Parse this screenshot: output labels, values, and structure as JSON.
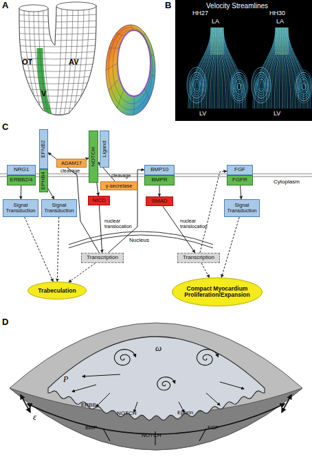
{
  "diagram": {
    "nodes": [
      {
        "text": [
          "NRG1"
        ]
      },
      {
        "text": [
          "ERBB2/4"
        ]
      },
      {
        "text": [
          "EFNB2"
        ]
      },
      {
        "text": [
          "EPHB4"
        ]
      },
      {
        "text": [
          "ADAM17"
        ]
      },
      {
        "text": [
          "NOTCH"
        ]
      },
      {
        "text": [
          "Ligand"
        ]
      },
      {
        "text": [
          "γ-secretase"
        ]
      },
      {
        "text": [
          "NICD"
        ]
      },
      {
        "text": [
          "BMP10"
        ]
      },
      {
        "text": [
          "BMPR"
        ]
      },
      {
        "text": [
          "SMAD"
        ]
      },
      {
        "text": [
          "FGF"
        ]
      },
      {
        "text": [
          "FGFR"
        ]
      },
      {
        "text": [
          "Signal Transduction"
        ]
      },
      {
        "text": [
          "Signal Transduction"
        ]
      },
      {
        "text": [
          "Transcription"
        ]
      },
      {
        "text": [
          "Transcription"
        ]
      },
      {
        "text": [
          "Signal Transduction"
        ]
      },
      {
        "text": [
          "Trabeculation"
        ]
      },
      {
        "text": [
          "Compact Myocardium Proliferation/Expansion"
        ]
      }
    ],
    "edges": [
      {
        "from": 1,
        "to": 14,
        "arrow": "to"
      },
      {
        "from": 3,
        "to": 15,
        "arrow": "to"
      },
      {
        "from": 5,
        "to": 8,
        "arrow": "to"
      },
      {
        "from": 4,
        "to": 5,
        "arrow": "to"
      },
      {
        "from": 7,
        "to": 5,
        "arrow": "to"
      },
      {
        "from": 8,
        "to": 16,
        "arrow": "to"
      },
      {
        "from": 10,
        "to": 11,
        "arrow": "to"
      },
      {
        "from": 11,
        "to": 17,
        "arrow": "to"
      },
      {
        "from": 13,
        "to": 18,
        "arrow": "to"
      },
      {
        "from": 14,
        "to": 19,
        "arrow": "to"
      },
      {
        "from": 15,
        "to": 19,
        "arrow": "to"
      },
      {
        "from": 16,
        "to": 2,
        "arrow": "to"
      },
      {
        "from": 16,
        "to": 9,
        "arrow": "to"
      },
      {
        "from": 16,
        "to": 19,
        "arrow": "to"
      },
      {
        "from": 17,
        "to": 20,
        "arrow": "to"
      },
      {
        "from": 18,
        "to": 20,
        "arrow": "to"
      },
      {
        "from": 17,
        "to": 12,
        "arrow": "to"
      }
    ],
    "labels": [
      "A",
      "OT",
      "AV",
      "V",
      "B",
      "Velocity Streamlines",
      "HH27",
      "HH30",
      "LA",
      "LA",
      "LV",
      "LV",
      "C",
      "cleavage",
      "cleavage",
      "Cytoplasm",
      "nuclear translocation",
      "nuclear translocation",
      "Nucleus",
      "D",
      "P",
      "ω",
      "ε",
      "ERBB",
      "NOTCH",
      "Ephrin",
      "BMP",
      "NOTCH",
      "FGF"
    ]
  }
}
